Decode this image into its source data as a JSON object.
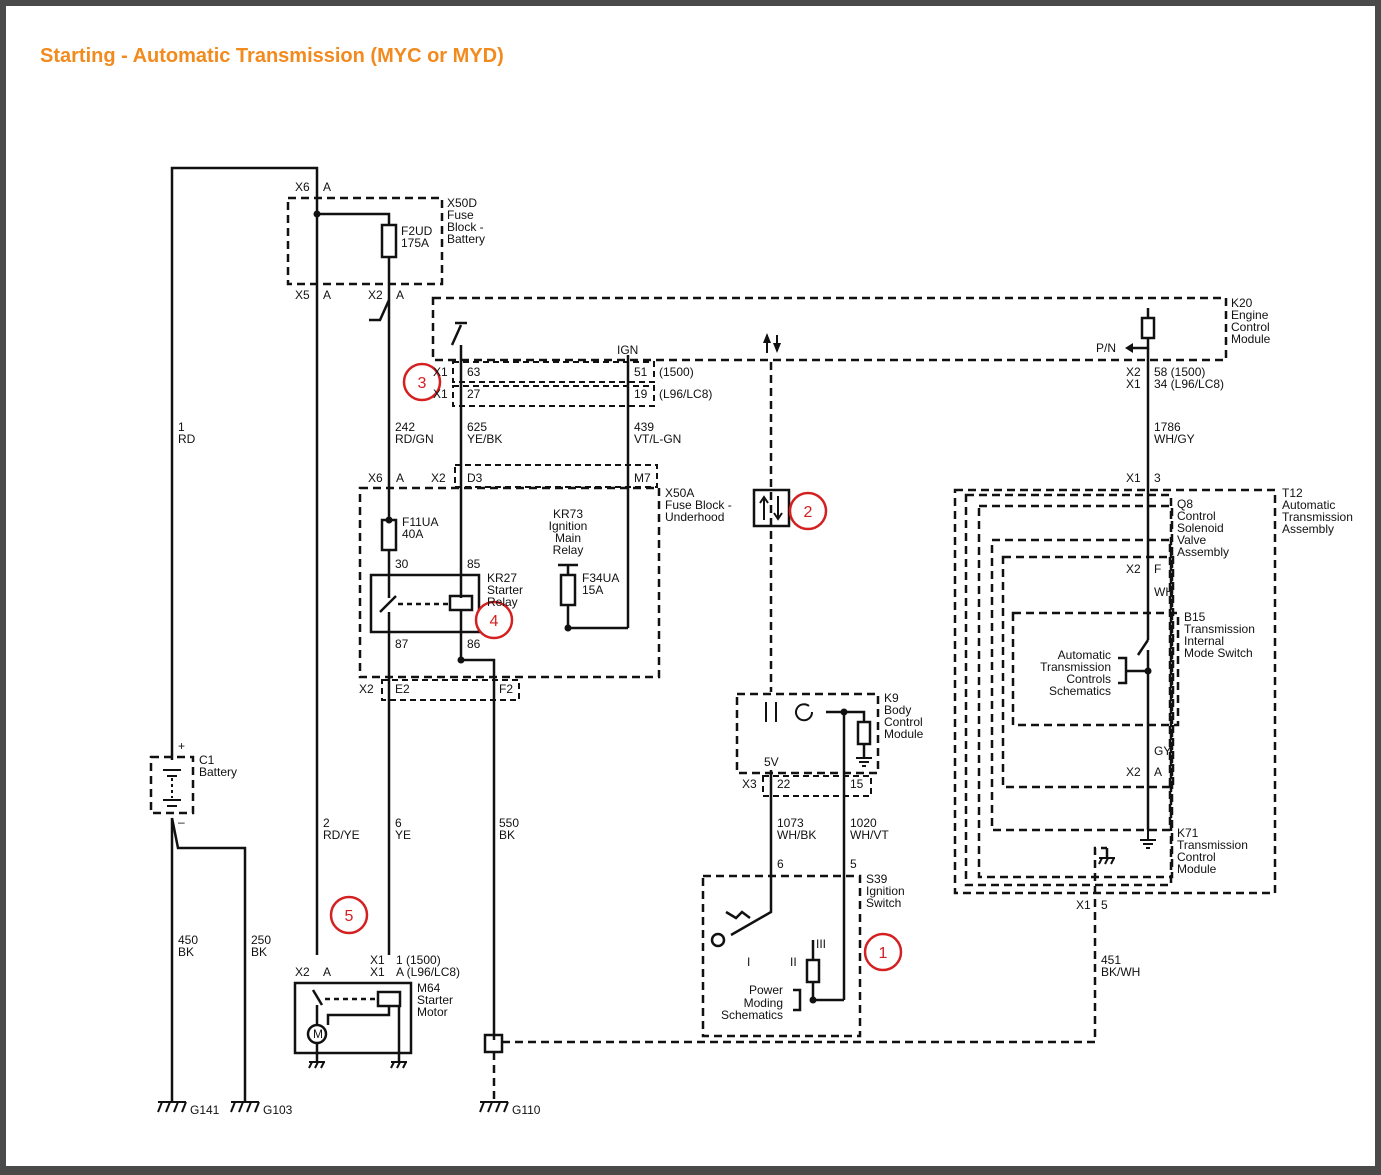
{
  "title": "Starting - Automatic Transmission (MYC or MYD)",
  "components": {
    "x50d": [
      "X50D",
      "Fuse",
      "Block -",
      "Battery"
    ],
    "f2ud": [
      "F2UD",
      "175A"
    ],
    "k20": [
      "K20",
      "Engine",
      "Control",
      "Module"
    ],
    "x50a": [
      "X50A",
      "Fuse Block -",
      "Underhood"
    ],
    "f11ua": [
      "F11UA",
      "40A"
    ],
    "kr73": [
      "KR73",
      "Ignition",
      "Main",
      "Relay"
    ],
    "f34ua": [
      "F34UA",
      "15A"
    ],
    "kr27": [
      "KR27",
      "Starter",
      "Relay"
    ],
    "c1": [
      "C1",
      "Battery"
    ],
    "k9": [
      "K9",
      "Body",
      "Control",
      "Module"
    ],
    "s39": [
      "S39",
      "Ignition",
      "Switch"
    ],
    "m64": [
      "M64",
      "Starter",
      "Motor"
    ],
    "t12": [
      "T12",
      "Automatic",
      "Transmission",
      "Assembly"
    ],
    "q8": [
      "Q8",
      "Control",
      "Solenoid",
      "Valve",
      "Assembly"
    ],
    "b15": [
      "B15",
      "Transmission",
      "Internal",
      "Mode Switch"
    ],
    "k71": [
      "K71",
      "Transmission",
      "Control",
      "Module"
    ],
    "atc": [
      "Automatic",
      "Transmission",
      "Controls",
      "Schematics"
    ],
    "pms": [
      "Power",
      "Moding",
      "Schematics"
    ]
  },
  "wires": {
    "w1": [
      "1",
      "RD"
    ],
    "w242": [
      "242",
      "RD/GN"
    ],
    "w625": [
      "625",
      "YE/BK"
    ],
    "w439": [
      "439",
      "VT/L-GN"
    ],
    "w1786": [
      "1786",
      "WH/GY"
    ],
    "w2": [
      "2",
      "RD/YE"
    ],
    "w6": [
      "6",
      "YE"
    ],
    "w550": [
      "550",
      "BK"
    ],
    "w1073": [
      "1073",
      "WH/BK"
    ],
    "w1020": [
      "1020",
      "WH/VT"
    ],
    "w450": [
      "450",
      "BK"
    ],
    "w250": [
      "250",
      "BK"
    ],
    "w451": [
      "451",
      "BK/WH"
    ],
    "wh": "WH",
    "gy": "GY"
  },
  "connectors": {
    "x6": "X6",
    "a": "A",
    "x5": "X5",
    "x2": "X2",
    "x1": "X1",
    "x3": "X3",
    "ign": "IGN",
    "pn": "P/N",
    "p63": "63",
    "p51": "51",
    "p1500": "(1500)",
    "p27": "27",
    "p19": "19",
    "pl96": "(L96/LC8)",
    "k20pin": "58 (1500)",
    "k20pin2": "34 (L96/LC8)",
    "d3": "D3",
    "m7": "M7",
    "e2": "E2",
    "f2": "F2",
    "p30": "30",
    "p85": "85",
    "p87": "87",
    "p86": "86",
    "p3": "3",
    "pf": "F",
    "p5": "5",
    "p6": "6",
    "p22": "22",
    "p15": "15",
    "v5": "5V",
    "m64pin1": "1 (1500)",
    "m64pin2": "A  (L96/LC8)",
    "plus": "+",
    "minus": "–",
    "r1": "I",
    "r2": "II",
    "r3": "III",
    "motor": "M"
  },
  "grounds": {
    "g141": "G141",
    "g103": "G103",
    "g110": "G110"
  },
  "callouts": [
    "1",
    "2",
    "3",
    "4",
    "5"
  ],
  "colors": {
    "title": "#f28a1e",
    "callout": "#d42020",
    "line": "#111111"
  }
}
